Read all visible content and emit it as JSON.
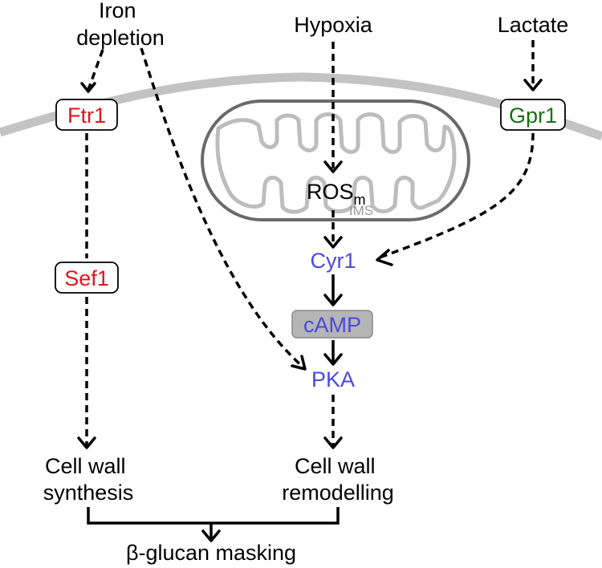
{
  "inputs": {
    "iron_line1": "Iron",
    "iron_line2": "depletion",
    "hypoxia": "Hypoxia",
    "lactate": "Lactate"
  },
  "receptors": {
    "ftr1": "Ftr1",
    "gpr1": "Gpr1",
    "sef1": "Sef1"
  },
  "mitochondrion": {
    "ros": "ROS",
    "ros_subscript": "m",
    "ims": "IMS"
  },
  "pathway": {
    "cyr1": "Cyr1",
    "camp": "cAMP",
    "pka": "PKA"
  },
  "outputs": {
    "synthesis_line1": "Cell wall",
    "synthesis_line2": "synthesis",
    "remodelling_line1": "Cell wall",
    "remodelling_line2": "remodelling",
    "final": "β-glucan masking"
  },
  "colors": {
    "red": "#e0161c",
    "green": "#1a6e1a",
    "blue": "#4a4ae0",
    "membrane": "#c3c3c3",
    "mito_outline": "#6a6a6a",
    "camp_fill": "#b5b5b5"
  }
}
